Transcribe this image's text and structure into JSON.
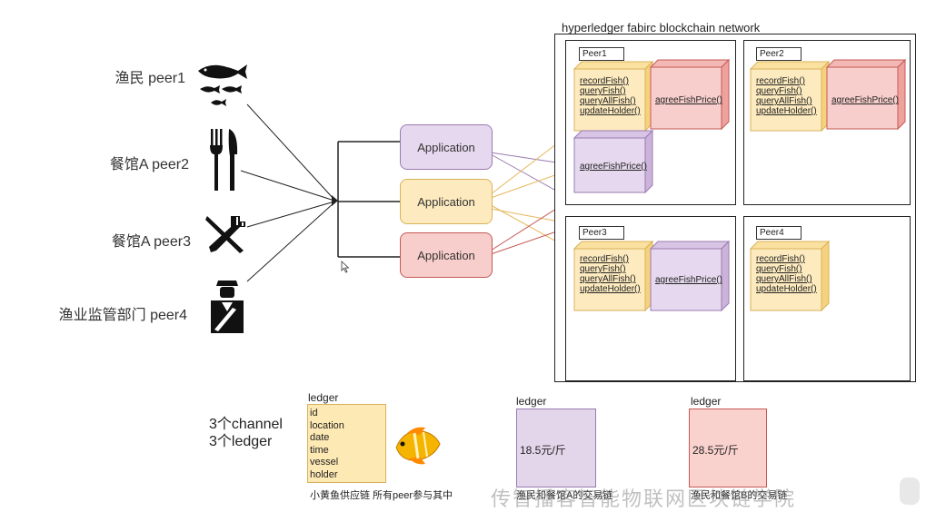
{
  "actors": [
    {
      "label": "渔民 peer1",
      "icon": "fish-icon"
    },
    {
      "label": "餐馆A peer2",
      "icon": "fork-knife-icon"
    },
    {
      "label": "餐馆A peer3",
      "icon": "crossed-utensils-icon"
    },
    {
      "label": "渔业监管部门 peer4",
      "icon": "officer-icon"
    }
  ],
  "applications": [
    "Application",
    "Application",
    "Application"
  ],
  "network": {
    "title": "hyperledger fabirc blockchain network",
    "peers": [
      {
        "name": "Peer1",
        "functions": [
          "recordFish()",
          "queryFish()",
          "queryAllFish()",
          "updateHolder()"
        ],
        "price_red": "agreeFishPrice()",
        "price_purple": "agreeFishPrice()"
      },
      {
        "name": "Peer2",
        "functions": [
          "recordFish()",
          "queryFish()",
          "queryAllFish()",
          "updateHolder()"
        ],
        "price_red": "agreeFishPrice()"
      },
      {
        "name": "Peer3",
        "functions": [
          "recordFish()",
          "queryFish()",
          "queryAllFish()",
          "updateHolder()"
        ],
        "price_purple": "agreeFishPrice()"
      },
      {
        "name": "Peer4",
        "functions": [
          "recordFish()",
          "queryFish()",
          "queryAllFish()",
          "updateHolder()"
        ]
      }
    ]
  },
  "channel_note": [
    "3个channel",
    "3个ledger"
  ],
  "ledgers": [
    {
      "title": "ledger",
      "fields": [
        "id",
        "location",
        "date",
        "time",
        "vessel",
        "holder"
      ],
      "caption": "小黄鱼供应链 所有peer参与其中",
      "color": "#fde9b3"
    },
    {
      "title": "ledger",
      "value": "18.5元/斤",
      "caption": "渔民和餐馆A的交易链",
      "color": "#e3d5ea"
    },
    {
      "title": "ledger",
      "value": "28.5元/斤",
      "caption": "渔民和餐馆B的交易链",
      "color": "#f9d1cd"
    }
  ],
  "watermark": "传智播客智能物联网区块链学院",
  "colors": {
    "yellow_fill": "#fdebbf",
    "yellow_stroke": "#d8b25a",
    "purple_fill": "#e6d8ee",
    "purple_stroke": "#9b7bb0",
    "red_fill": "#f8cecc",
    "red_stroke": "#c55a55"
  }
}
